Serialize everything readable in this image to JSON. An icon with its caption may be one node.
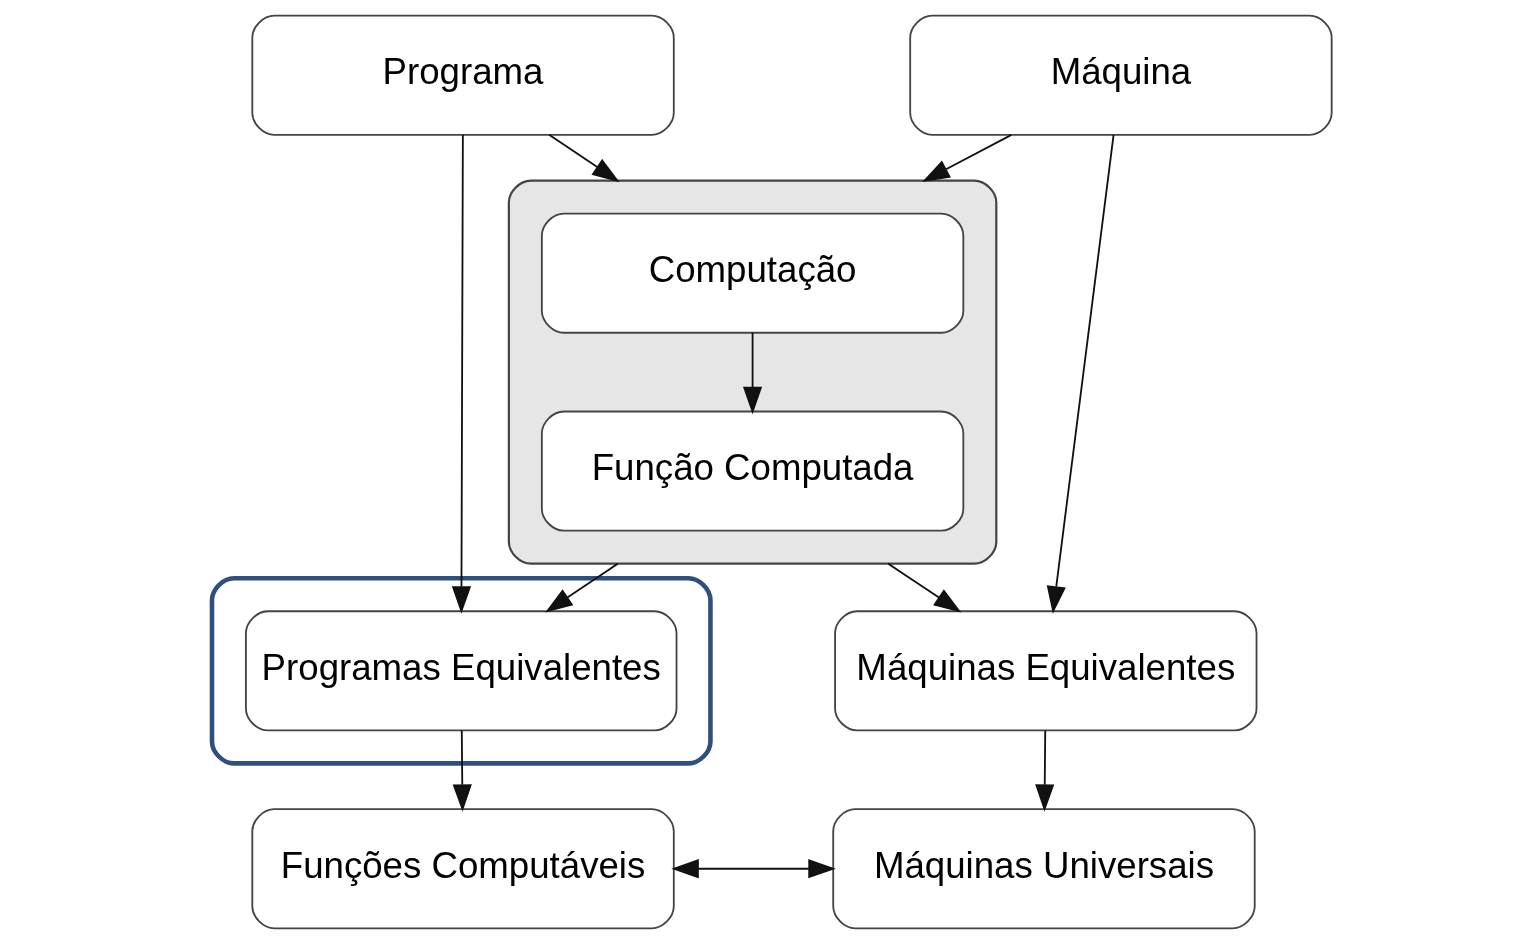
{
  "diagram": {
    "nodes": [
      {
        "text": [
          "Programa"
        ]
      },
      {
        "text": [
          "Máquina"
        ]
      },
      {
        "text": [],
        "shape": "box"
      },
      {
        "text": [
          "Computação"
        ],
        "in": 2
      },
      {
        "text": [
          "Função Computada"
        ],
        "in": 2
      },
      {
        "text": [],
        "shape": "ellipse"
      },
      {
        "text": [
          "Programas Equivalentes"
        ],
        "in": 5
      },
      {
        "text": [
          "Máquinas Equivalentes"
        ]
      },
      {
        "text": [
          "Funções Computáveis"
        ]
      },
      {
        "text": [
          "Máquinas Universais"
        ]
      }
    ],
    "edges": [
      {
        "from": 0,
        "to": 2,
        "arrow": "to"
      },
      {
        "from": 1,
        "to": 2,
        "arrow": "to"
      },
      {
        "from": 3,
        "to": 4,
        "arrow": "to"
      },
      {
        "from": 0,
        "to": 6,
        "arrow": "to"
      },
      {
        "from": 1,
        "to": 7,
        "arrow": "to"
      },
      {
        "from": 2,
        "to": 6,
        "arrow": "to"
      },
      {
        "from": 2,
        "to": 7,
        "arrow": "to"
      },
      {
        "from": 6,
        "to": 8,
        "arrow": "to"
      },
      {
        "from": 7,
        "to": 9,
        "arrow": "to"
      },
      {
        "from": 8,
        "to": 9,
        "arrow": "both"
      }
    ]
  }
}
